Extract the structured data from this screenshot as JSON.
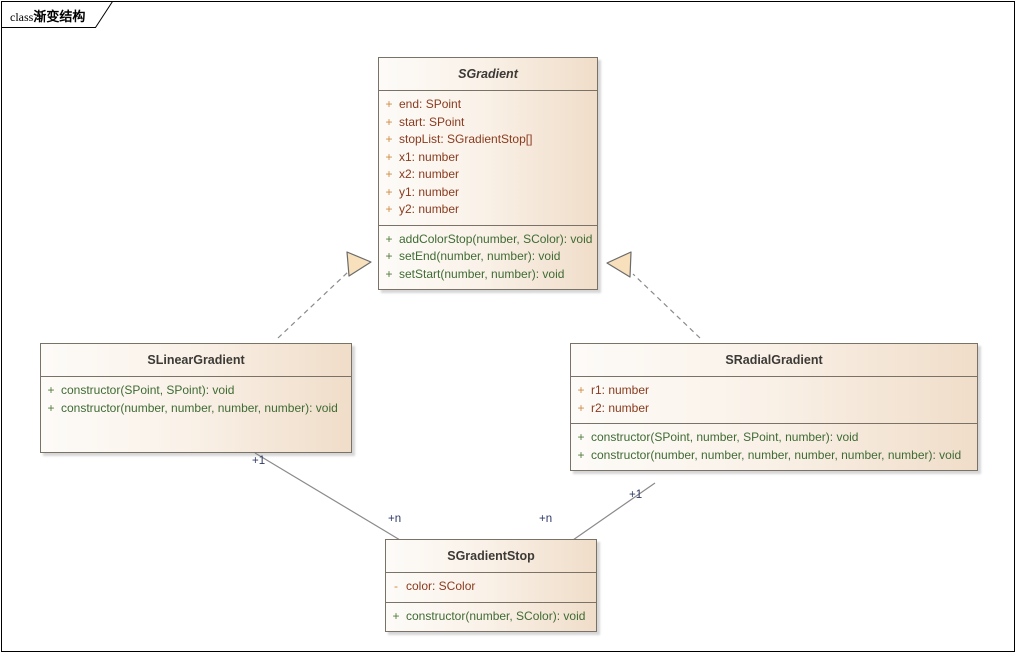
{
  "diagram": {
    "tab": {
      "keyword": "class",
      "name": "渐变结构"
    },
    "classes": [
      {
        "id": "sgradient",
        "name": "SGradient",
        "abstract": true,
        "attributes": [
          {
            "visibility": "+",
            "text": "end: SPoint"
          },
          {
            "visibility": "+",
            "text": "start: SPoint"
          },
          {
            "visibility": "+",
            "text": "stopList: SGradientStop[]"
          },
          {
            "visibility": "+",
            "text": "x1: number"
          },
          {
            "visibility": "+",
            "text": "x2: number"
          },
          {
            "visibility": "+",
            "text": "y1: number"
          },
          {
            "visibility": "+",
            "text": "y2: number"
          }
        ],
        "methods": [
          {
            "visibility": "+",
            "text": "addColorStop(number, SColor): void"
          },
          {
            "visibility": "+",
            "text": "setEnd(number, number): void"
          },
          {
            "visibility": "+",
            "text": "setStart(number, number): void"
          }
        ]
      },
      {
        "id": "slineargradient",
        "name": "SLinearGradient",
        "abstract": false,
        "attributes": [],
        "methods": [
          {
            "visibility": "+",
            "text": "constructor(SPoint, SPoint): void"
          },
          {
            "visibility": "+",
            "text": "constructor(number, number, number, number): void"
          }
        ]
      },
      {
        "id": "sradialgradient",
        "name": "SRadialGradient",
        "abstract": false,
        "attributes": [
          {
            "visibility": "+",
            "text": "r1: number"
          },
          {
            "visibility": "+",
            "text": "r2: number"
          }
        ],
        "methods": [
          {
            "visibility": "+",
            "text": "constructor(SPoint, number, SPoint, number): void"
          },
          {
            "visibility": "+",
            "text": "constructor(number, number, number, number, number, number): void"
          }
        ]
      },
      {
        "id": "sgradientstop",
        "name": "SGradientStop",
        "abstract": false,
        "attributes": [
          {
            "visibility": "-",
            "text": "color: SColor"
          }
        ],
        "methods": [
          {
            "visibility": "+",
            "text": "constructor(number, SColor): void"
          }
        ]
      }
    ],
    "multiplicities": [
      {
        "id": "linear-one",
        "label": "+1"
      },
      {
        "id": "linear-many",
        "label": "+n"
      },
      {
        "id": "radial-many",
        "label": "+n"
      },
      {
        "id": "radial-one",
        "label": "+1"
      }
    ],
    "colors": {
      "box_border": "#7a7266",
      "box_fill_light": "#fdfbf8",
      "box_fill_dark": "#f0ddc9",
      "attribute_text": "#8a3b1e",
      "method_text": "#3f6b34",
      "multiplicity_text": "#2f3a66",
      "connector": "#8a8a8a",
      "arrow_fill": "#f7e0bb",
      "frame": "#000000"
    }
  }
}
